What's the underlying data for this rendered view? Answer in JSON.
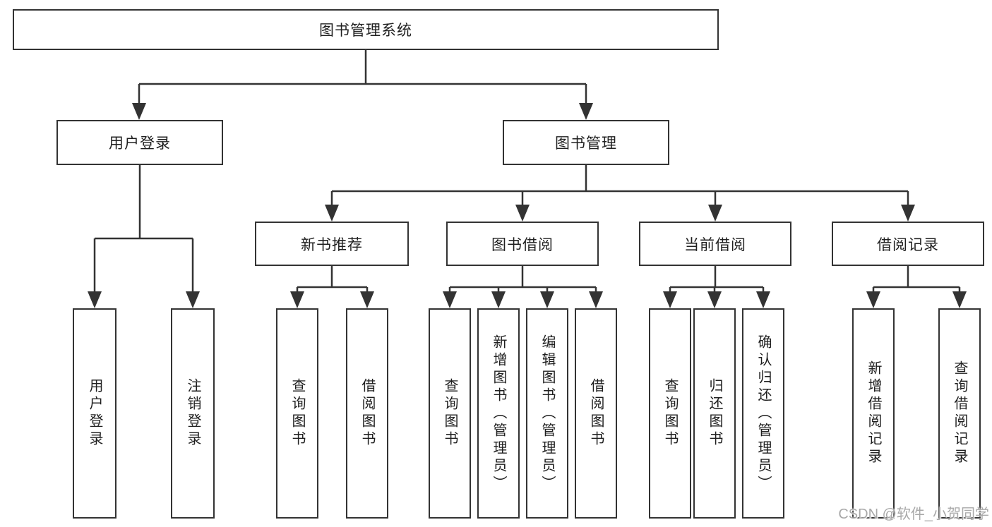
{
  "diagram": {
    "root": {
      "label": "图书管理系统"
    },
    "branches": [
      {
        "label": "用户登录",
        "children": [
          "用户登录",
          "注销登录"
        ]
      },
      {
        "label": "图书管理",
        "groups": [
          {
            "label": "新书推荐",
            "children": [
              "查询图书",
              "借阅图书"
            ]
          },
          {
            "label": "图书借阅",
            "children": [
              "查询图书",
              "新增图书（管理员）",
              "编辑图书（管理员）",
              "借阅图书"
            ]
          },
          {
            "label": "当前借阅",
            "children": [
              "查询图书",
              "归还图书",
              "确认归还（管理员）"
            ]
          },
          {
            "label": "借阅记录",
            "children": [
              "新增借阅记录",
              "查询借阅记录"
            ]
          }
        ]
      }
    ]
  },
  "watermark": "CSDN @软件_小贺同学",
  "colors": {
    "line": "#333333",
    "box_border": "#333333",
    "text": "#1f1f1f",
    "watermark": "#9e9e9e",
    "background": "#ffffff"
  }
}
